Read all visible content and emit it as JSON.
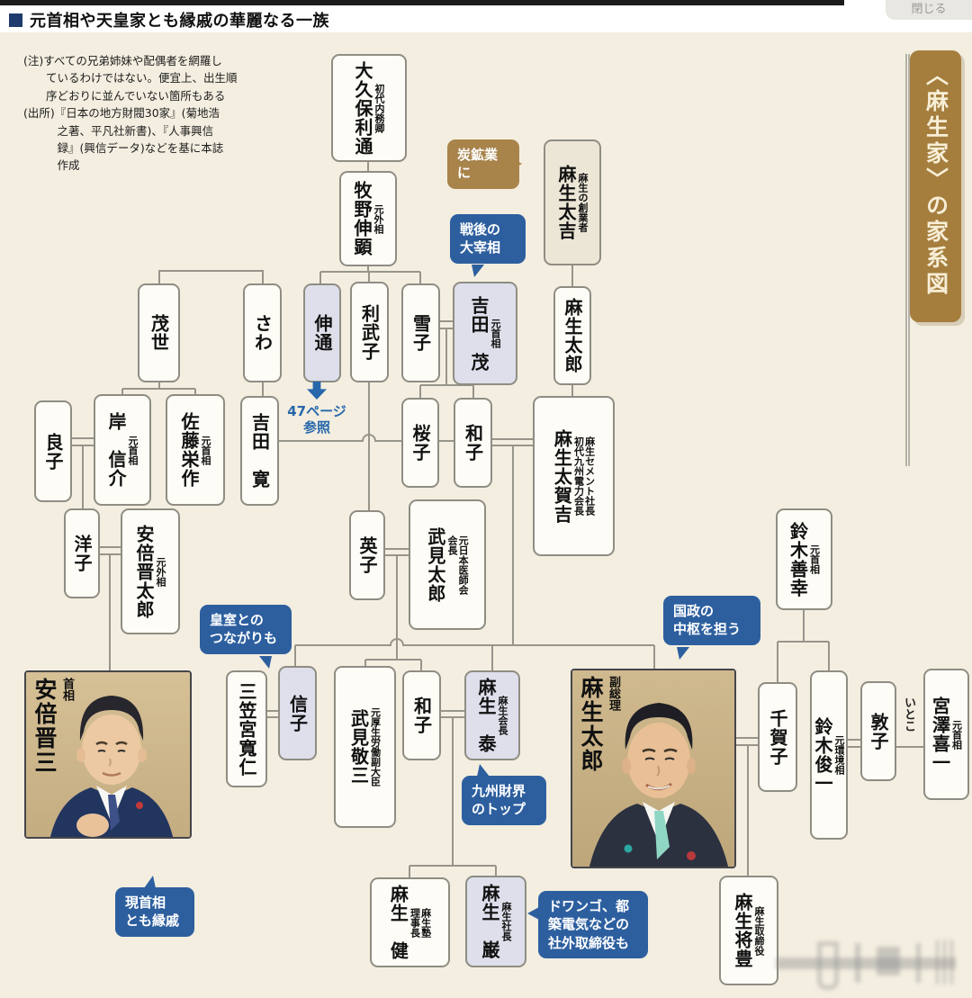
{
  "header": {
    "title": "元首相や天皇家とも縁戚の華麗なる一族",
    "close": "閉じる"
  },
  "note": {
    "text": "(注)すべての兄弟姉妹や配偶者を網羅し\n　　ているわけではない。便宜上、出生順\n　　序どおりに並んでいない箇所もある\n(出所)『日本の地方財閥30家』(菊地浩\n　　　之著、平凡社新書)、『人事興信\n　　　録』(興信データ)などを基に本誌\n　　　作成"
  },
  "banner": {
    "text": "〈麻生家〉の家系図"
  },
  "reference": {
    "line1": "47ページ",
    "line2": "参照"
  },
  "labels": {
    "cousin": "いとこ"
  },
  "colors": {
    "callout_blue": "#2d5f9f",
    "callout_brown": "#a8834a",
    "banner_brown": "#a57e3e",
    "highlight_lavender": "#dedfeb",
    "background_cream": "#f3eee0"
  },
  "persons": {
    "okubo": {
      "role": "初代内務卿",
      "name": "大久保利通"
    },
    "makino": {
      "role": "元外相",
      "name": "牧野伸顕"
    },
    "shigeyo": {
      "name": "茂世"
    },
    "sawa": {
      "name": "さわ"
    },
    "nobumichi": {
      "name": "伸通"
    },
    "toshiko": {
      "name": "利武子"
    },
    "yukiko": {
      "name": "雪子"
    },
    "yoshida_shigeru": {
      "role": "元首相",
      "name": "吉田　茂"
    },
    "aso_takichi": {
      "role": "麻生の創業者",
      "name": "麻生太吉"
    },
    "aso_taro_elder": {
      "name": "麻生太郎"
    },
    "ryoko": {
      "name": "良子"
    },
    "kishi": {
      "role": "元首相",
      "name": "岸　信介"
    },
    "sato": {
      "role": "元首相",
      "name": "佐藤栄作"
    },
    "yoshida_hiroshi": {
      "name": "吉田　寛"
    },
    "sakurako": {
      "name": "桜子"
    },
    "kazuko_sr": {
      "name": "和子"
    },
    "aso_takakichi": {
      "role": "麻生セメント社長\n初代九州電力会長",
      "name": "麻生太賀吉"
    },
    "yoko": {
      "name": "洋子"
    },
    "abe_shintaro": {
      "role": "元外相",
      "name": "安倍晋太郎"
    },
    "hideko": {
      "name": "英子"
    },
    "takemi_taro": {
      "role": "元日本医師会\n会長",
      "name": "武見太郎"
    },
    "suzuki_zenko": {
      "role": "元首相",
      "name": "鈴木善幸"
    },
    "mikasa": {
      "name": "三笠宮寬仁"
    },
    "nobuko": {
      "name": "信子"
    },
    "takemi_keizo": {
      "role": "元厚生労働副大臣",
      "name": "武見敬三"
    },
    "kazuko_jr": {
      "name": "和子"
    },
    "aso_yutaka": {
      "role": "麻生会長",
      "name": "麻生　泰"
    },
    "chikako": {
      "name": "千賀子"
    },
    "suzuki_shunichi": {
      "role": "元環境相",
      "name": "鈴木俊一"
    },
    "atsuko": {
      "name": "敦子"
    },
    "miyazawa": {
      "role": "元首相",
      "name": "宮澤喜一"
    },
    "aso_ken": {
      "role": "麻生塾\n理事長",
      "name": "麻生　健"
    },
    "aso_iwao": {
      "role": "麻生社長",
      "name": "麻生　巌"
    },
    "aso_masahiro": {
      "role": "麻生取締役",
      "name": "麻生将豊"
    }
  },
  "photos": {
    "abe": {
      "role": "首相",
      "name": "安倍晋三"
    },
    "aso": {
      "role": "副総理",
      "name": "麻生太郎"
    }
  },
  "callouts": {
    "tanko": "炭鉱業\nに",
    "sengo": "戦後の\n大宰相",
    "koshitsu": "皇室との\nつながりも",
    "kokusei": "国政の\n中枢を担う",
    "kyushu": "九州財界\nのトップ",
    "genshusho": "現首相\nとも縁戚",
    "dwango": "ドワンゴ、都\n築電気などの\n社外取締役も"
  }
}
